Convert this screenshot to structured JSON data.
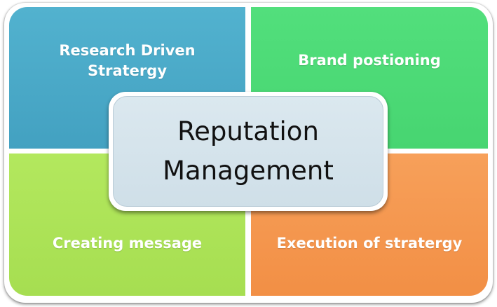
{
  "diagram": {
    "center": {
      "line1": "Reputation",
      "line2": "Management"
    },
    "quadrants": {
      "top_left": {
        "line1": "Research Driven",
        "line2": "Stratergy",
        "color": "#4aa9c8"
      },
      "top_right": {
        "label": "Brand postioning",
        "color": "#4ada76"
      },
      "bottom_left": {
        "label": "Creating message",
        "color": "#acE357"
      },
      "bottom_right": {
        "label": "Execution of stratergy",
        "color": "#f3964d"
      }
    }
  }
}
